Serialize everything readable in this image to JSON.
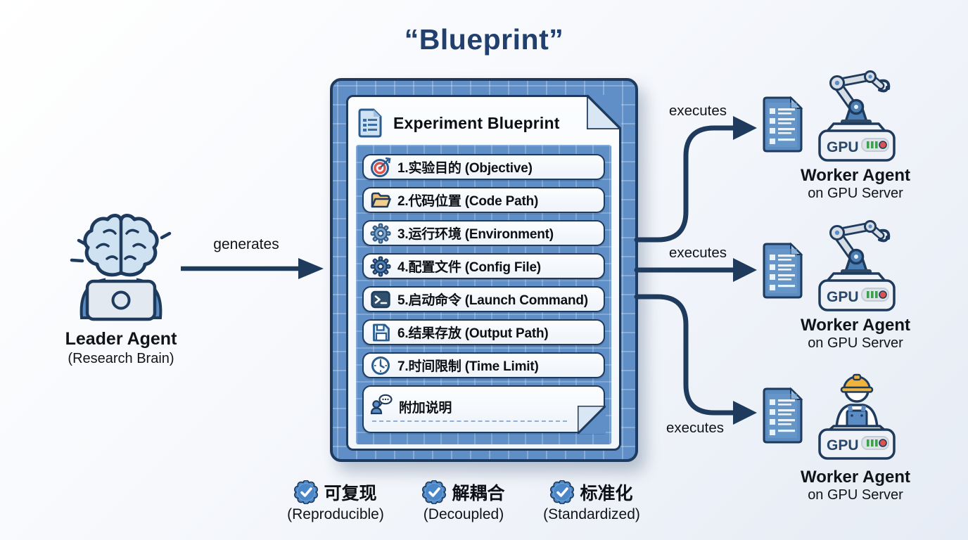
{
  "title": "“Blueprint”",
  "leader": {
    "name": "Leader Agent",
    "subtitle": "(Research Brain)"
  },
  "generates_label": "generates",
  "blueprint": {
    "header": "Experiment Blueprint",
    "items": [
      {
        "icon": "target-icon",
        "label": "1.实验目的 (Objective)"
      },
      {
        "icon": "folder-icon",
        "label": "2.代码位置 (Code Path)"
      },
      {
        "icon": "gear-icon",
        "label": "3.运行环境 (Environment)"
      },
      {
        "icon": "gear-icon",
        "label": "4.配置文件 (Config File)"
      },
      {
        "icon": "terminal-icon",
        "label": "5.启动命令 (Launch Command)"
      },
      {
        "icon": "floppy-disk-icon",
        "label": "6.结果存放 (Output Path)"
      },
      {
        "icon": "clock-icon",
        "label": "7.时间限制 (Time Limit)"
      },
      {
        "icon": "person-note-icon",
        "label": "附加说明"
      }
    ]
  },
  "workers": [
    {
      "executes": "executes",
      "name": "Worker Agent",
      "subtitle": "on GPU Server",
      "server_label": "GPU",
      "icon": "robot-arm-icon"
    },
    {
      "executes": "executes",
      "name": "Worker Agent",
      "subtitle": "on GPU Server",
      "server_label": "GPU",
      "icon": "robot-arm-icon"
    },
    {
      "executes": "executes",
      "name": "Worker Agent",
      "subtitle": "on GPU Server",
      "server_label": "GPU",
      "icon": "human-worker-icon"
    }
  ],
  "badges": [
    {
      "label": "可复现",
      "subtitle": "(Reproducible)"
    },
    {
      "label": "解耦合",
      "subtitle": "(Decoupled)"
    },
    {
      "label": "标准化",
      "subtitle": "(Standardized)"
    }
  ],
  "colors": {
    "navy": "#1e3a5c",
    "title_navy": "#21406e",
    "frame_blue": "#5f8fc6",
    "grid_line": "#8fb4dc",
    "paper": "#f8fbfe",
    "folder_orange": "#f0c277",
    "hat_yellow": "#f0b43c",
    "led_green": "#3f9e4f",
    "led_red": "#d9534f",
    "badge_blue": "#4a86c8"
  }
}
